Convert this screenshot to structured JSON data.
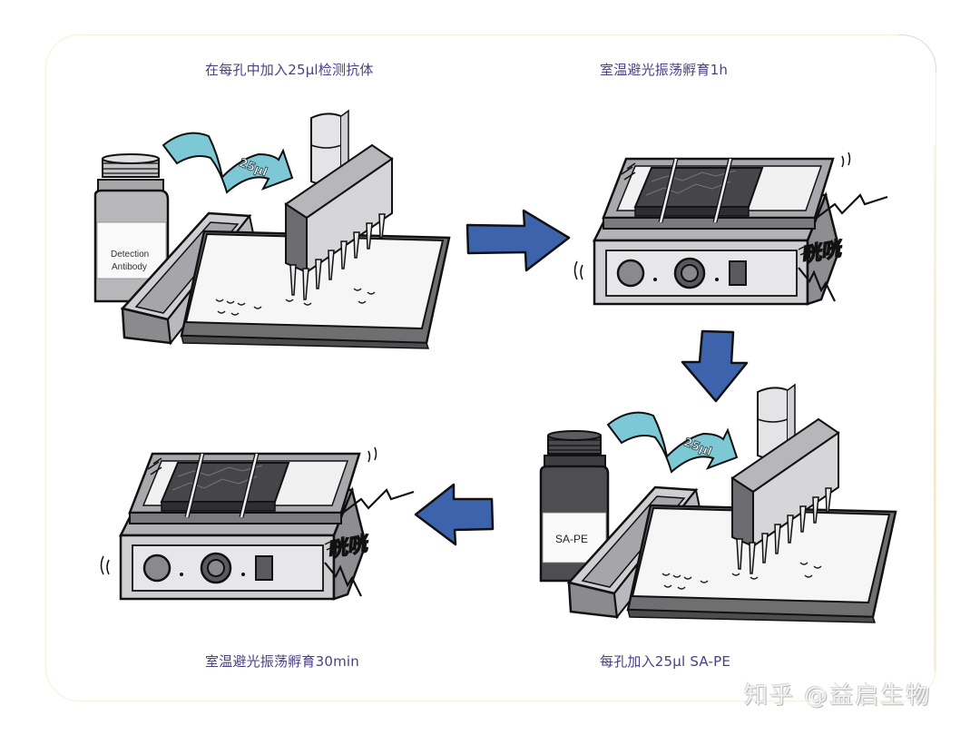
{
  "diagram": {
    "type": "workflow",
    "flow": "clockwise",
    "steps": [
      {
        "id": 1,
        "position": "top-left",
        "caption": "在每孔中加入25μl检测抗体",
        "bottle_label_line1": "Detection",
        "bottle_label_line2": "Antibody",
        "volume_tag": "25μl",
        "scene": "multichannel pipette dispensing into plate"
      },
      {
        "id": 2,
        "position": "top-right",
        "caption": "室温避光振荡孵育1h",
        "sound_effect": "咣咣",
        "scene": "plate on shaker"
      },
      {
        "id": 3,
        "position": "bottom-right",
        "caption": "每孔加入25μl SA-PE",
        "bottle_label": "SA-PE",
        "volume_tag": "25μl",
        "scene": "multichannel pipette dispensing into plate"
      },
      {
        "id": 4,
        "position": "bottom-left",
        "caption": "室温避光振荡孵育30min",
        "sound_effect": "咣咣",
        "scene": "plate on shaker"
      }
    ],
    "arrows": [
      {
        "from": 1,
        "to": 2,
        "direction": "right"
      },
      {
        "from": 2,
        "to": 3,
        "direction": "down"
      },
      {
        "from": 3,
        "to": 4,
        "direction": "left"
      }
    ]
  },
  "colors": {
    "caption_text": "#4b3f86",
    "flow_arrow": "#3d63ad",
    "pour_arrow": "#7cc8d4",
    "frame_border": "#f4f1dc"
  },
  "watermark": "知乎 @益启生物"
}
